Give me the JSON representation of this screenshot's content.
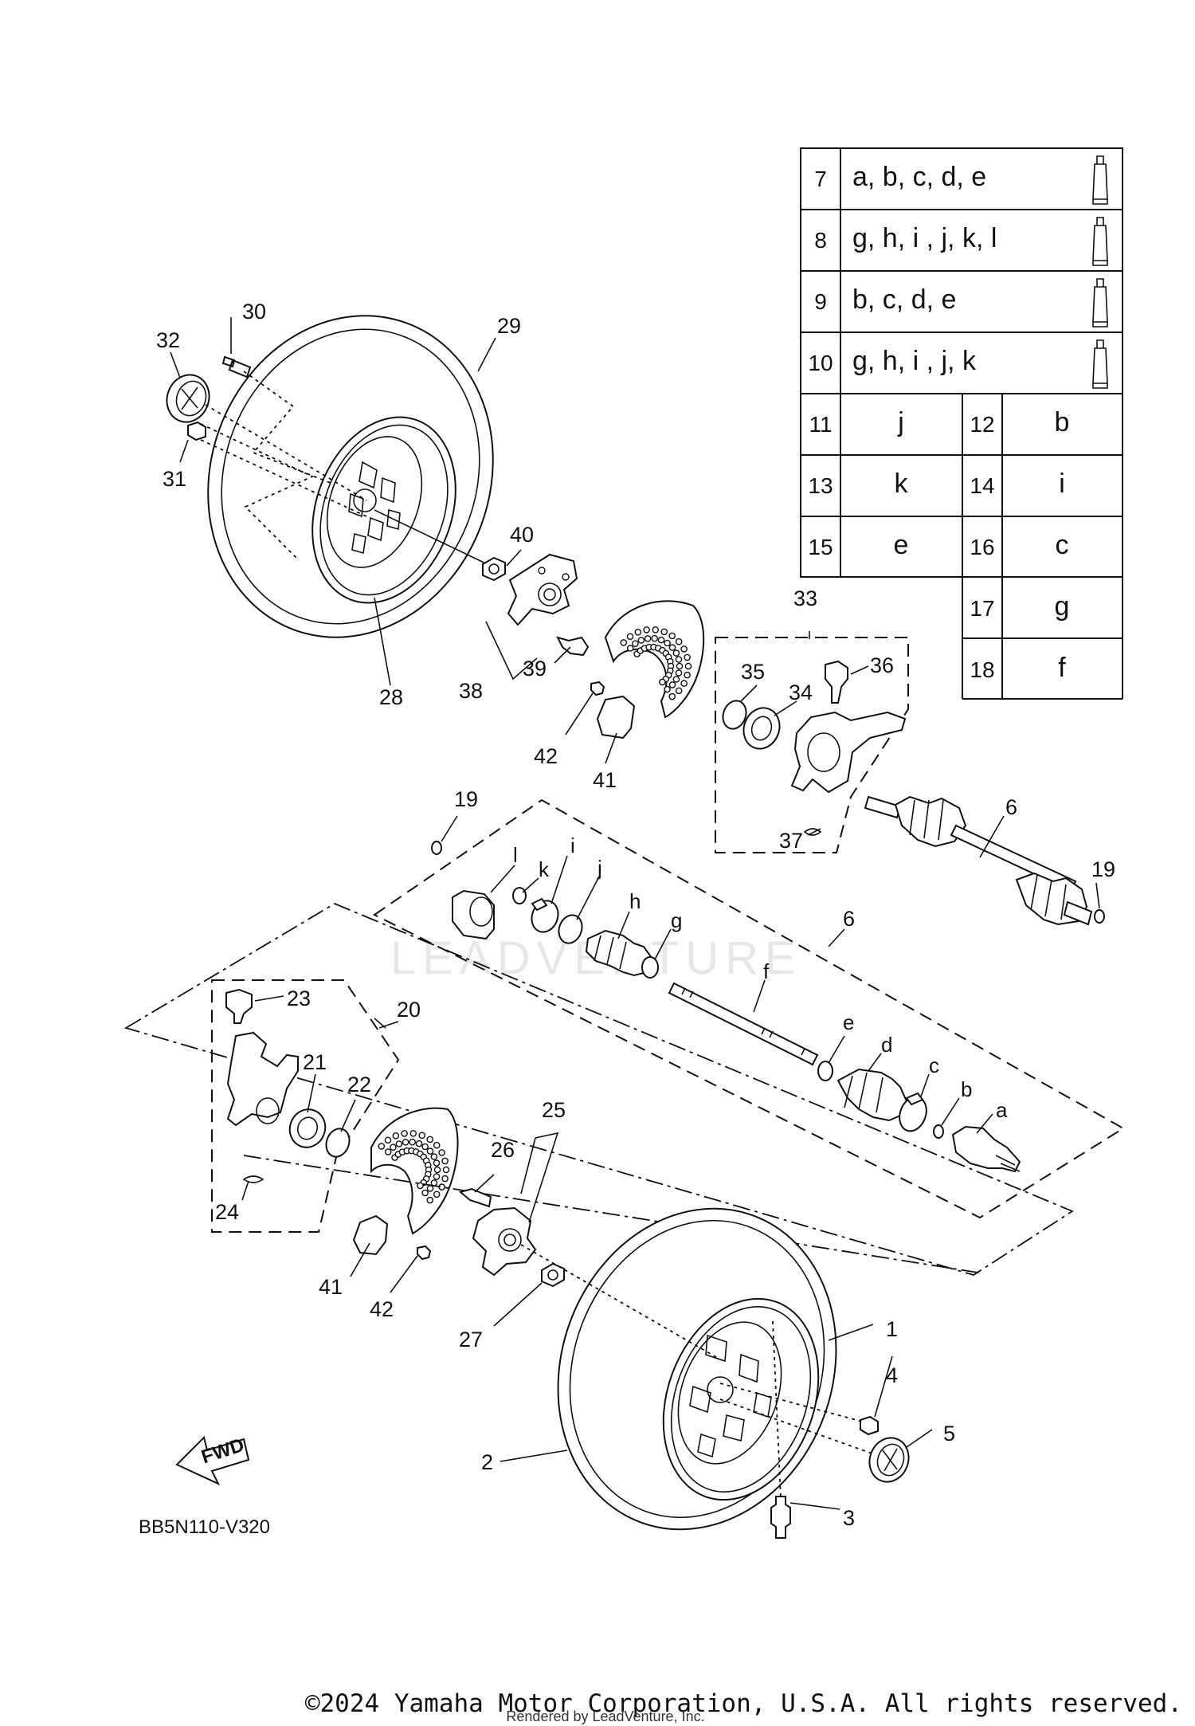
{
  "diagram_code": "BB5N110-V320",
  "copyright": "©2024 Yamaha Motor Corporation, U.S.A. All rights reserved.",
  "rendered_by": "Rendered by LeadVenture, Inc.",
  "watermark": "LEADVENTURE",
  "fwd_label": "FWD",
  "lubrication_table": {
    "rows": [
      {
        "ref": "7",
        "letters": "a, b, c, d, e"
      },
      {
        "ref": "8",
        "letters": "g, h, i , j, k, l"
      },
      {
        "ref": "9",
        "letters": "b, c, d, e"
      },
      {
        "ref": "10",
        "letters": "g, h, i , j, k"
      }
    ],
    "pairs": [
      {
        "ref": "11",
        "letter": "j",
        "ref2": "12",
        "letter2": "b"
      },
      {
        "ref": "13",
        "letter": "k",
        "ref2": "14",
        "letter2": "i"
      },
      {
        "ref": "15",
        "letter": "e",
        "ref2": "16",
        "letter2": "c"
      }
    ],
    "tail": [
      {
        "ref2": "17",
        "letter2": "g"
      },
      {
        "ref2": "18",
        "letter2": "f"
      }
    ]
  },
  "callouts": {
    "n1": "1",
    "n2": "2",
    "n3": "3",
    "n4": "4",
    "n5": "5",
    "n6a": "6",
    "n6b": "6",
    "n19a": "19",
    "n19b": "19",
    "n20": "20",
    "n21": "21",
    "n22": "22",
    "n23": "23",
    "n24": "24",
    "n25": "25",
    "n26": "26",
    "n27": "27",
    "n28": "28",
    "n29": "29",
    "n30": "30",
    "n31": "31",
    "n32": "32",
    "n33": "33",
    "n34": "34",
    "n35": "35",
    "n36": "36",
    "n37": "37",
    "n38": "38",
    "n39": "39",
    "n40": "40",
    "n41a": "41",
    "n41b": "41",
    "n42a": "42",
    "n42b": "42"
  },
  "letter_callouts": {
    "a": "a",
    "b": "b",
    "c": "c",
    "d": "d",
    "e": "e",
    "f": "f",
    "g": "g",
    "h": "h",
    "i": "i",
    "j": "j",
    "k": "k",
    "l": "l"
  }
}
